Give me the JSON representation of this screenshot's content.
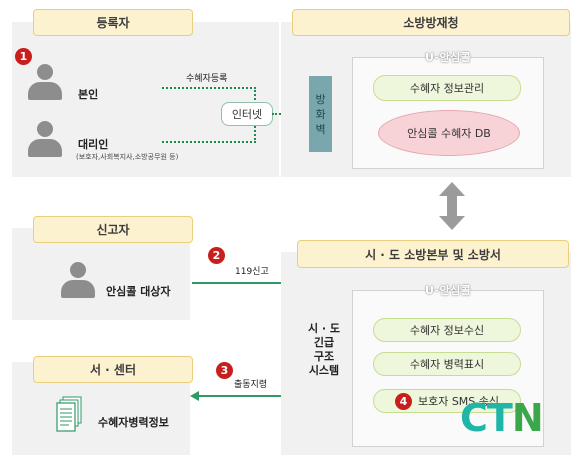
{
  "registrant": {
    "header": "등록자",
    "step": "1",
    "self_label": "본인",
    "proxy_label": "대리인",
    "proxy_note": "(보호자,사회복지사,소방공무원 등)",
    "flow_label": "수혜자등록",
    "internet_label": "인터넷"
  },
  "firewall": {
    "label": [
      "방",
      "화",
      "벽"
    ]
  },
  "agency": {
    "header": "소방방재청",
    "system_title": "U-안심콜",
    "item1": "수혜자 정보관리",
    "db_label": "안심콜 수혜자 DB"
  },
  "reporter": {
    "header": "신고자",
    "step": "2",
    "person_label": "안심콜 대상자",
    "flow_label": "119신고"
  },
  "local": {
    "header": "시 · 도 소방본부 및 소방서",
    "system_label": [
      "시 · 도",
      "긴급",
      "구조",
      "시스템"
    ],
    "system_title": "U-안심콜",
    "item1": "수혜자 정보수신",
    "item2": "수혜자 병력표시",
    "item3_step": "4",
    "item3": "보호자 SMS 송신"
  },
  "center": {
    "header": "서 · 센터",
    "step": "3",
    "flow_label": "출동지령",
    "doc_label": "수혜자병력정보"
  },
  "watermark": {
    "text": "CTN"
  }
}
